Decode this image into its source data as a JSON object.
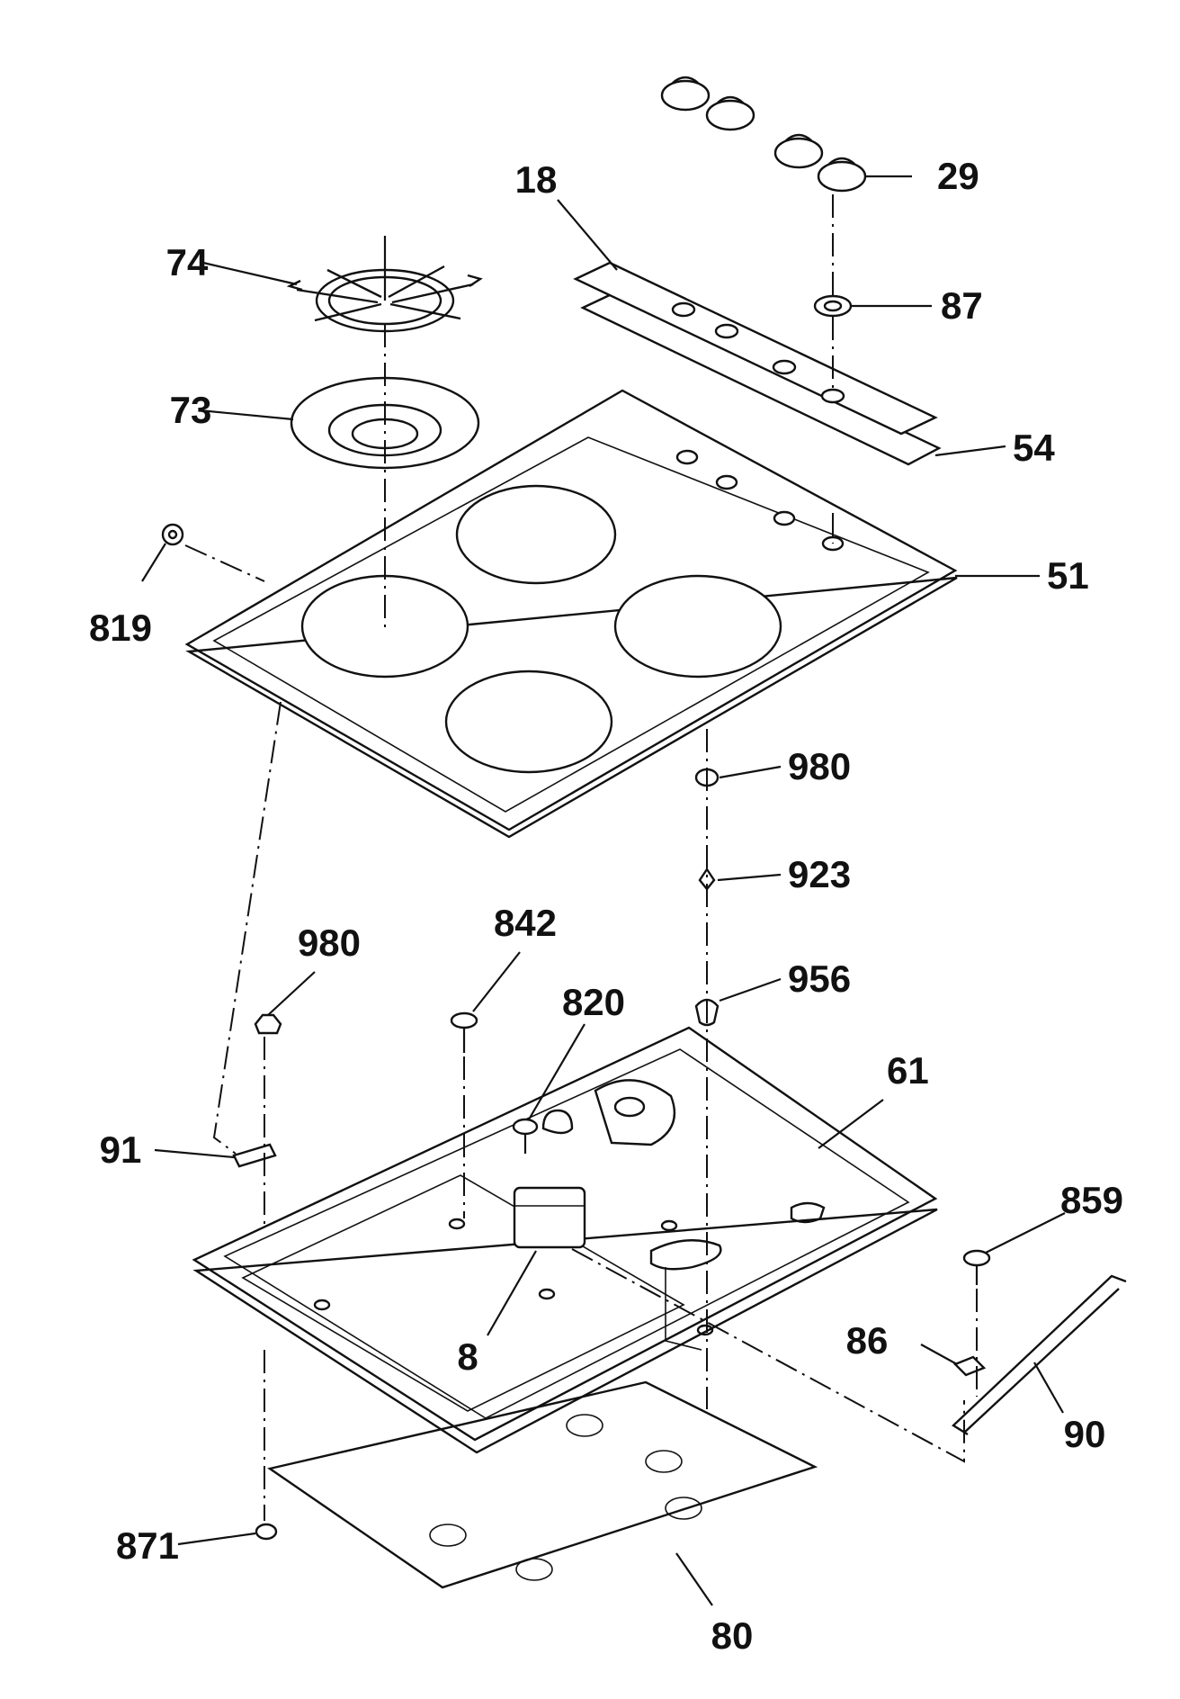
{
  "diagram": {
    "callouts": [
      {
        "id": "c18",
        "text": "18"
      },
      {
        "id": "c29",
        "text": "29"
      },
      {
        "id": "c74",
        "text": "74"
      },
      {
        "id": "c87",
        "text": "87"
      },
      {
        "id": "c73",
        "text": "73"
      },
      {
        "id": "c54",
        "text": "54"
      },
      {
        "id": "c819",
        "text": "819"
      },
      {
        "id": "c51",
        "text": "51"
      },
      {
        "id": "c980a",
        "text": "980"
      },
      {
        "id": "c923",
        "text": "923"
      },
      {
        "id": "c980b",
        "text": "980"
      },
      {
        "id": "c842",
        "text": "842"
      },
      {
        "id": "c956",
        "text": "956"
      },
      {
        "id": "c820",
        "text": "820"
      },
      {
        "id": "c61",
        "text": "61"
      },
      {
        "id": "c91",
        "text": "91"
      },
      {
        "id": "c859",
        "text": "859"
      },
      {
        "id": "c8",
        "text": "8"
      },
      {
        "id": "c86",
        "text": "86"
      },
      {
        "id": "c90",
        "text": "90"
      },
      {
        "id": "c871",
        "text": "871"
      },
      {
        "id": "c80",
        "text": "80"
      }
    ]
  }
}
